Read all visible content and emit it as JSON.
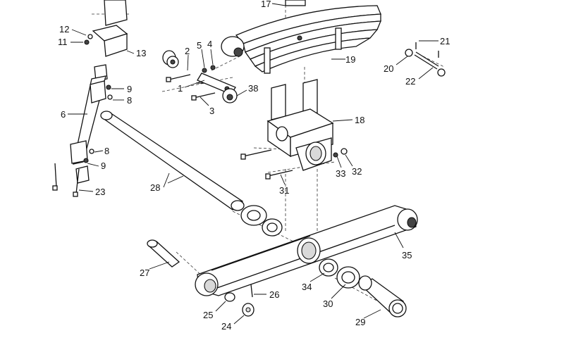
{
  "diagram": {
    "callouts": [
      {
        "id": "c1",
        "text": "1"
      },
      {
        "id": "c2",
        "text": "2"
      },
      {
        "id": "c3",
        "text": "3"
      },
      {
        "id": "c4",
        "text": "4"
      },
      {
        "id": "c5",
        "text": "5"
      },
      {
        "id": "c6",
        "text": "6"
      },
      {
        "id": "c8a",
        "text": "8"
      },
      {
        "id": "c8b",
        "text": "8"
      },
      {
        "id": "c9a",
        "text": "9"
      },
      {
        "id": "c9b",
        "text": "9"
      },
      {
        "id": "c11",
        "text": "11"
      },
      {
        "id": "c12",
        "text": "12"
      },
      {
        "id": "c13",
        "text": "13"
      },
      {
        "id": "c17",
        "text": "17"
      },
      {
        "id": "c18",
        "text": "18"
      },
      {
        "id": "c19",
        "text": "19"
      },
      {
        "id": "c20",
        "text": "20"
      },
      {
        "id": "c21",
        "text": "21"
      },
      {
        "id": "c22",
        "text": "22"
      },
      {
        "id": "c23",
        "text": "23"
      },
      {
        "id": "c24",
        "text": "24"
      },
      {
        "id": "c25",
        "text": "25"
      },
      {
        "id": "c26",
        "text": "26"
      },
      {
        "id": "c27",
        "text": "27"
      },
      {
        "id": "c28",
        "text": "28"
      },
      {
        "id": "c29",
        "text": "29"
      },
      {
        "id": "c30",
        "text": "30"
      },
      {
        "id": "c31",
        "text": "31"
      },
      {
        "id": "c32",
        "text": "32"
      },
      {
        "id": "c33",
        "text": "33"
      },
      {
        "id": "c34",
        "text": "34"
      },
      {
        "id": "c35",
        "text": "35"
      },
      {
        "id": "c38",
        "text": "38"
      }
    ]
  }
}
